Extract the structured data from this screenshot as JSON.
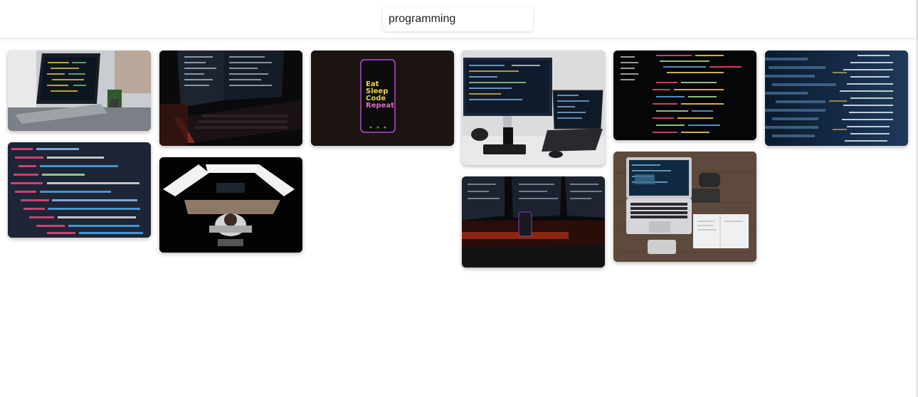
{
  "search": {
    "value": "programming"
  },
  "photo_text": {
    "phone_lines": [
      "Eat",
      "Sleep",
      "Code",
      "Repeat"
    ]
  }
}
